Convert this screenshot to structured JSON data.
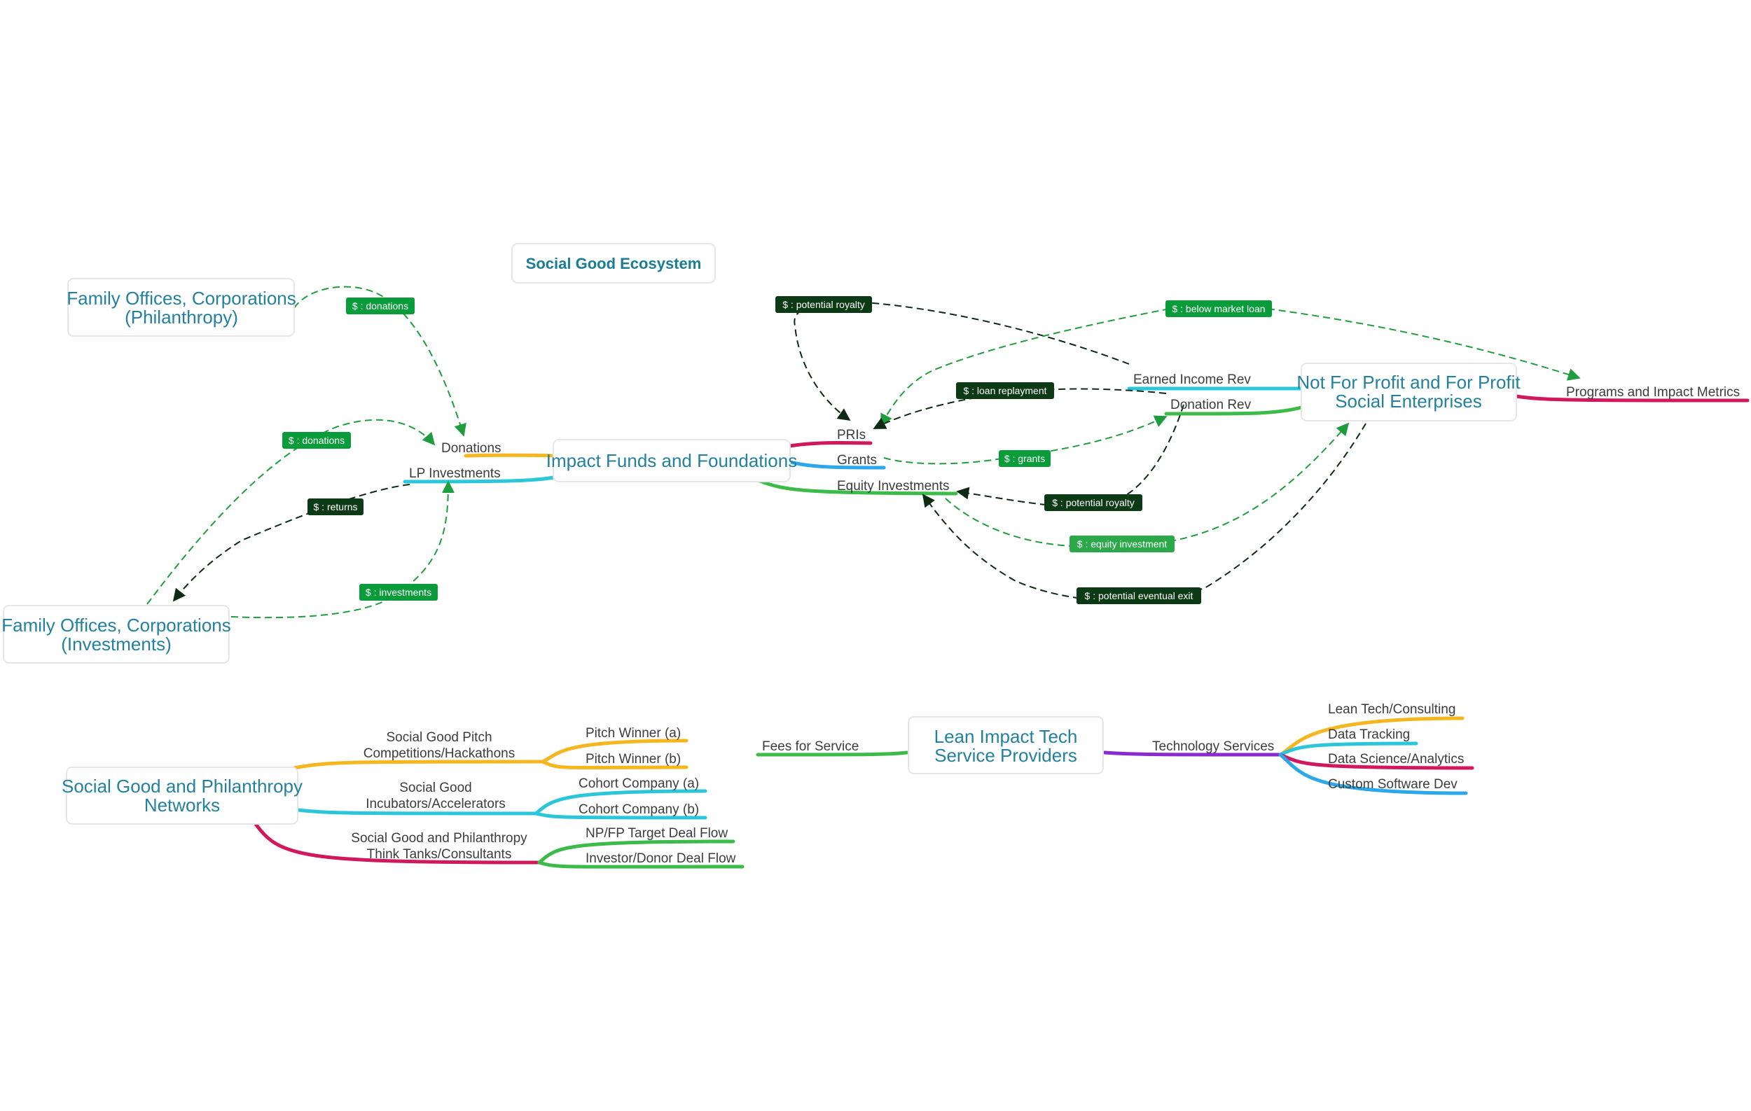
{
  "title": "Social Good Ecosystem",
  "colors": {
    "label_green": "#0a9b3a",
    "label_dark": "#0c3a14",
    "edge_green": "#1f9d3e",
    "edge_dark": "#0d2a12",
    "orange": "#f5b61e",
    "cyan": "#2bc6da",
    "magenta": "#d0185c",
    "blue": "#2ca7ea",
    "green": "#3cba4a",
    "purple": "#8a2bd0"
  },
  "nodes": {
    "philanthropy": [
      "Family Offices, Corporations",
      "(Philanthropy)"
    ],
    "investments": [
      "Family Offices, Corporations",
      "(Investments)"
    ],
    "impact_funds": [
      "Impact Funds and Foundations"
    ],
    "social_enterprises": [
      "Not For Profit and For Profit",
      "Social Enterprises"
    ],
    "networks": [
      "Social Good and Philanthropy",
      "Networks"
    ],
    "lean_impact": [
      "Lean Impact Tech",
      "Service Providers"
    ]
  },
  "topics": {
    "donations": "Donations",
    "lp_investments": "LP Investments",
    "pris": "PRIs",
    "grants": "Grants",
    "equity_investments": "Equity Investments",
    "earned_income_rev": "Earned Income Rev",
    "donation_rev": "Donation Rev",
    "programs_metrics": "Programs and Impact Metrics",
    "pitch": [
      "Social Good Pitch",
      "Competitions/Hackathons"
    ],
    "pitch_a": "Pitch Winner (a)",
    "pitch_b": "Pitch Winner (b)",
    "incubators": [
      "Social Good",
      "Incubators/Accelerators"
    ],
    "cohort_a": "Cohort Company (a)",
    "cohort_b": "Cohort Company (b)",
    "think_tanks": [
      "Social Good and Philanthropy",
      "Think Tanks/Consultants"
    ],
    "npfp_flow": "NP/FP Target Deal Flow",
    "investor_flow": "Investor/Donor Deal Flow",
    "fees": "Fees for Service",
    "tech_services": "Technology Services",
    "lean_consulting": "Lean Tech/Consulting",
    "data_tracking": "Data Tracking",
    "data_science": "Data Science/Analytics",
    "custom_dev": "Custom Software Dev"
  },
  "relationship_labels": {
    "donations_1": "$ : donations",
    "donations_2": "$ : donations",
    "returns": "$ : returns",
    "investments": "$ : investments",
    "potential_royalty_1": "$ : potential royalty",
    "below_market_loan": "$ : below market loan",
    "loan_repayment": "$ : loan replayment",
    "grants": "$ : grants",
    "potential_royalty_2": "$ : potential royalty",
    "equity_investment": "$ : equity investment",
    "potential_exit": "$ : potential eventual exit"
  }
}
